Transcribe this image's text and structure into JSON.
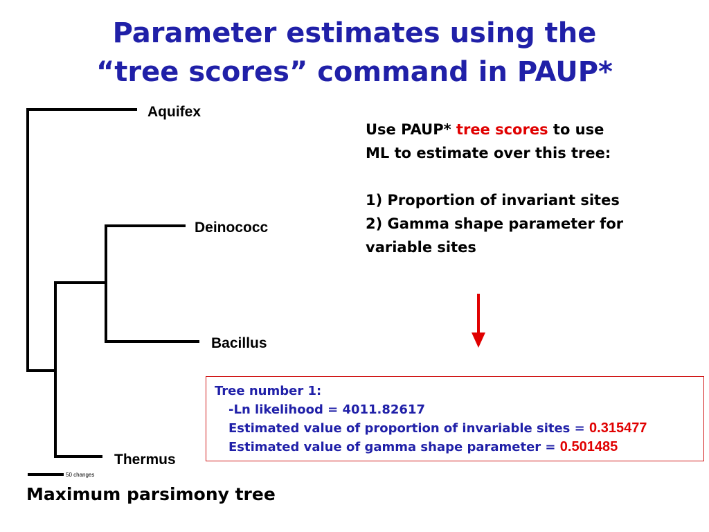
{
  "slide": {
    "title_line1": "Parameter estimates using the",
    "title_line2": "“tree scores” command in PAUP*"
  },
  "tree": {
    "taxa": [
      "Aquifex",
      "Deinococc",
      "Bacillus",
      "Thermus"
    ],
    "scale_label": "50 changes",
    "caption": "Maximum parsimony tree"
  },
  "description": {
    "line1_pre": "Use PAUP* ",
    "line1_keyword": "tree scores",
    "line1_post": " to use",
    "line2": "ML to estimate over this tree:",
    "item1": "1) Proportion of invariant sites",
    "item2": "2) Gamma shape parameter for",
    "item2_cont": "variable sites"
  },
  "results": {
    "heading": "Tree number 1:",
    "likelihood": "-Ln likelihood = 4011.82617",
    "pinvar_label": "Estimated value of proportion of invariable sites = ",
    "pinvar_value": "0.315477",
    "gamma_label": "Estimated value of gamma shape parameter = ",
    "gamma_value": "0.501485"
  },
  "colors": {
    "title": "#2020a8",
    "highlight": "#e00000",
    "box_border": "#d01818"
  }
}
